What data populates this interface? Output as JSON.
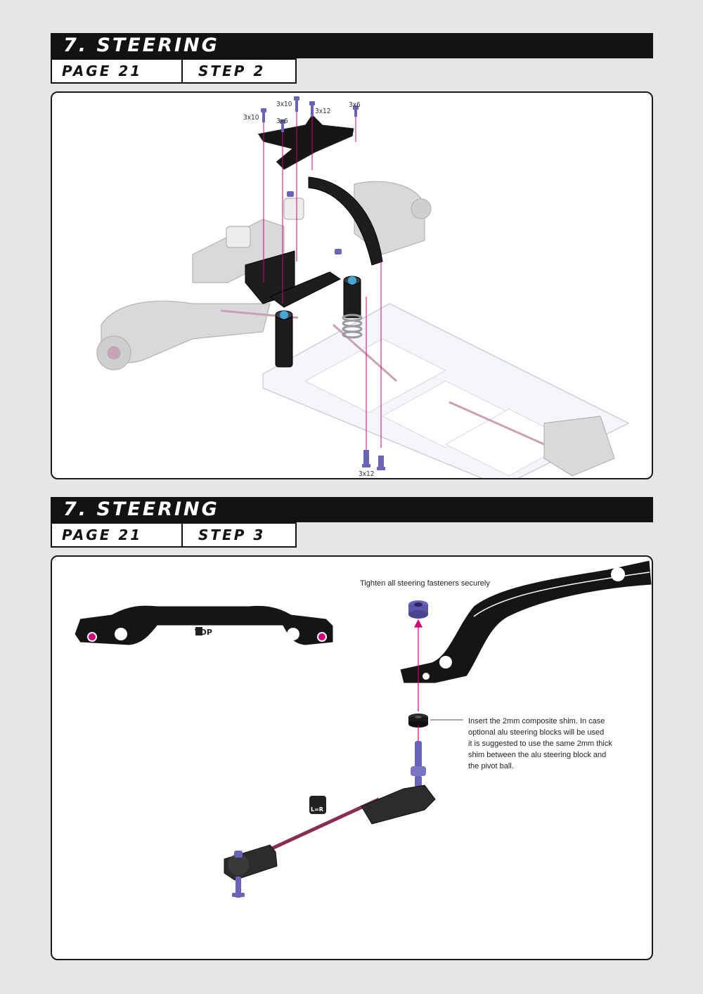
{
  "section1": {
    "title": "7. STEERING",
    "page": "PAGE 21",
    "step": "STEP 2",
    "screw_labels": [
      "3x10",
      "3x10",
      "3x12",
      "3x6",
      "3x6",
      "3x12"
    ]
  },
  "section2": {
    "title": "7. STEERING",
    "page": "PAGE 21",
    "step": "STEP 3",
    "callout_top": "Tighten all steering fasteners securely",
    "callout_shim": [
      "Insert the 2mm composite shim. In case",
      "optional alu steering blocks will be used",
      "it is suggested to use the same 2mm thick",
      "shim between the alu steering block and",
      "the pivot ball."
    ],
    "top_marker": "TOP",
    "lr_marker": "L=R"
  },
  "colors": {
    "header_bg": "#121212",
    "accent_magenta": "#d4007a",
    "screw_blue": "#6a64b8"
  }
}
